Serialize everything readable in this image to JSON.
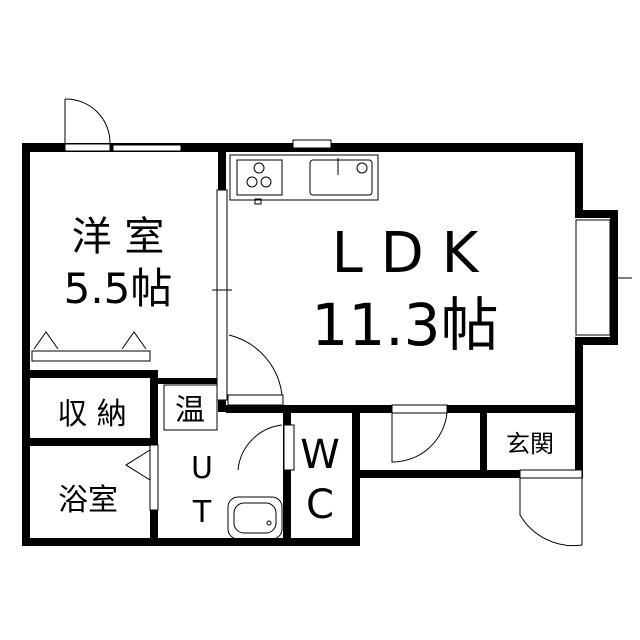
{
  "rooms": {
    "western_room": {
      "name": "洋 室",
      "size": "5.5帖"
    },
    "ldk": {
      "name": "L D K",
      "size": "11.3帖"
    },
    "storage": "収 納",
    "water_heater": "温",
    "bathroom": "浴室",
    "utility": {
      "line1": "U",
      "line2": "T"
    },
    "toilet": {
      "line1": "W",
      "line2": "C"
    },
    "entrance": "玄関"
  }
}
